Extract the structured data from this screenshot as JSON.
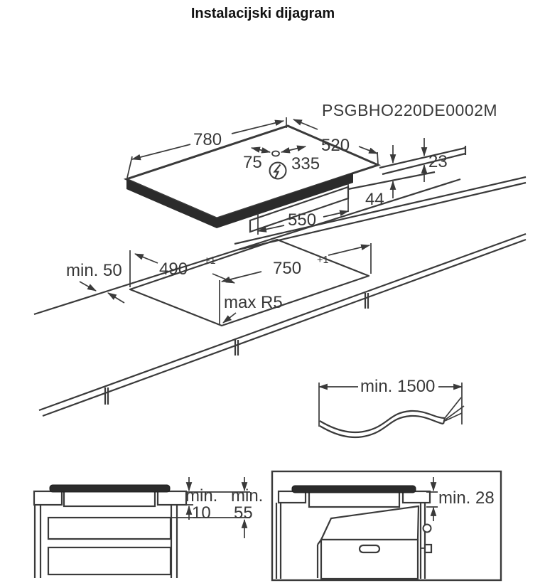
{
  "title": "Instalacijski dijagram",
  "model": "PSGBHO220DE0002M",
  "colors": {
    "line": "#3a3a3a",
    "dark_fill": "#2b2b2b"
  },
  "hob": {
    "width": "780",
    "depth": "520",
    "cable_hole_left": "75",
    "cable_hole_right": "335",
    "top_thickness": "23",
    "body_depth": "44",
    "body_width": "550",
    "power_symbol": "lightning-in-circle"
  },
  "cutout": {
    "edge_gap": "min. 50",
    "depth": "490",
    "width": "750",
    "tolerance": "+1",
    "corner_radius": "max R5"
  },
  "cable": {
    "length": "min. 1500"
  },
  "clearances": {
    "min_label": "min.",
    "drawer_gap": "10",
    "drawer_depth": "55",
    "oven_gap": "min. 28"
  }
}
